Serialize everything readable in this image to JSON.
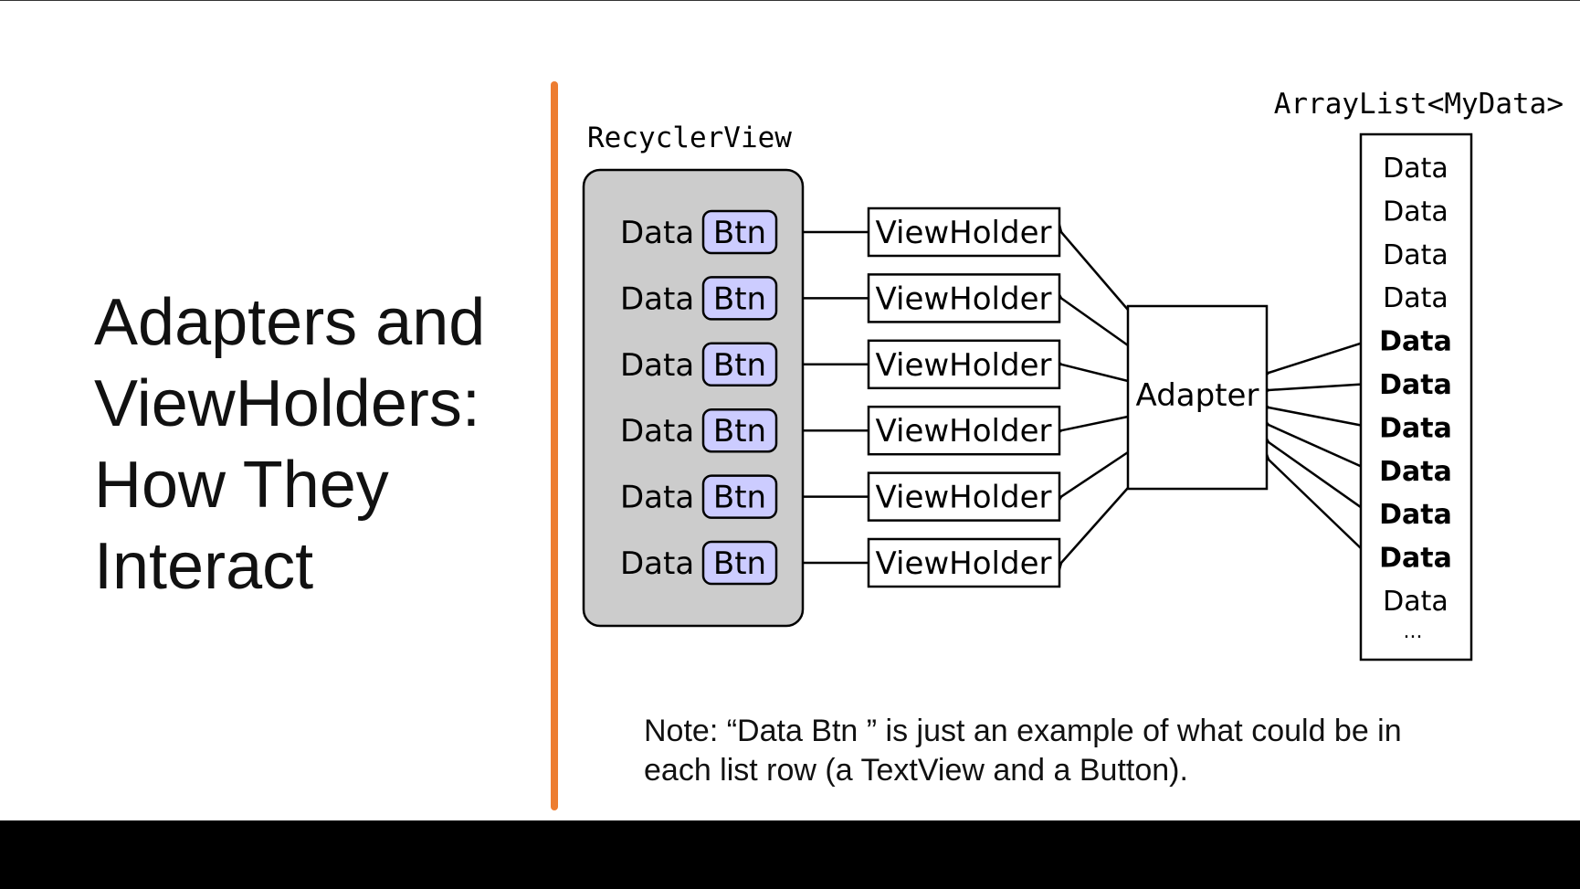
{
  "slide": {
    "title_lines": [
      "Adapters and",
      "ViewHolders:",
      "How They",
      "Interact"
    ],
    "note_line1": "Note: “Data Btn ” is just an example of what could be in",
    "note_line2": "each list row (a TextView and a Button).",
    "accent_color": "#ed7d31"
  },
  "diagram": {
    "recyclerview_label": "RecyclerView",
    "arraylist_label": "ArrayList<MyData>",
    "adapter_label": "Adapter",
    "rows": [
      {
        "data": "Data",
        "button": "Btn",
        "viewholder": "ViewHolder"
      },
      {
        "data": "Data",
        "button": "Btn",
        "viewholder": "ViewHolder"
      },
      {
        "data": "Data",
        "button": "Btn",
        "viewholder": "ViewHolder"
      },
      {
        "data": "Data",
        "button": "Btn",
        "viewholder": "ViewHolder"
      },
      {
        "data": "Data",
        "button": "Btn",
        "viewholder": "ViewHolder"
      },
      {
        "data": "Data",
        "button": "Btn",
        "viewholder": "ViewHolder"
      }
    ],
    "arraylist_items": [
      {
        "label": "Data",
        "bold": false
      },
      {
        "label": "Data",
        "bold": false
      },
      {
        "label": "Data",
        "bold": false
      },
      {
        "label": "Data",
        "bold": false
      },
      {
        "label": "Data",
        "bold": true
      },
      {
        "label": "Data",
        "bold": true
      },
      {
        "label": "Data",
        "bold": true
      },
      {
        "label": "Data",
        "bold": true
      },
      {
        "label": "Data",
        "bold": true
      },
      {
        "label": "Data",
        "bold": true
      },
      {
        "label": "Data",
        "bold": false
      }
    ],
    "arraylist_more": "...",
    "colors": {
      "recyclerview_fill": "#cccccc",
      "button_fill": "#ccccff"
    }
  }
}
